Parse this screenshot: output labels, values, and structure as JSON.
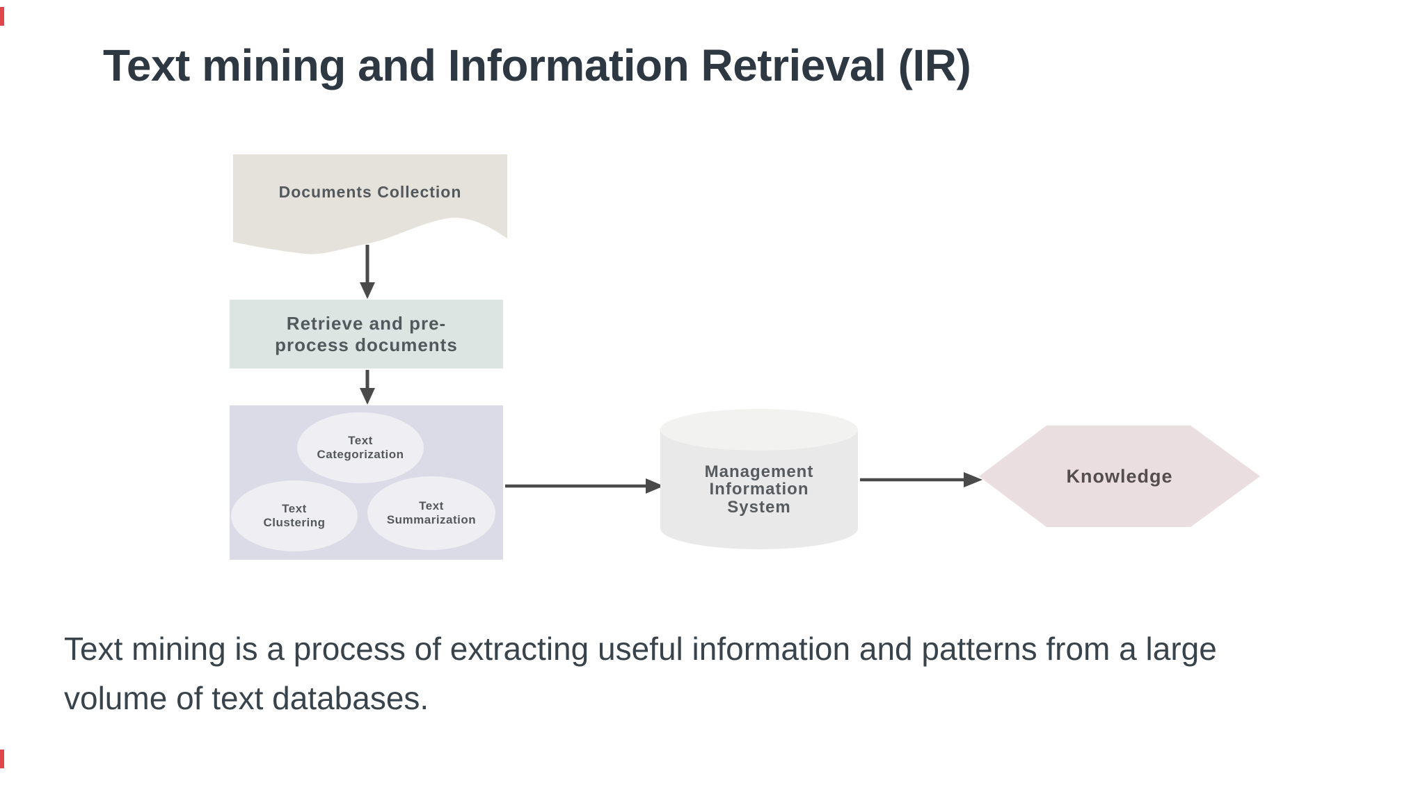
{
  "slide": {
    "title": "Text mining and Information Retrieval (IR)",
    "description": "Text mining is a process of extracting useful information and patterns from a large volume of text databases."
  },
  "diagram": {
    "documents": {
      "label": "Documents Collection",
      "shape": "document"
    },
    "retrieve": {
      "label": "Retrieve and pre-process documents",
      "shape": "rectangle"
    },
    "mining": {
      "shape": "rectangle-group",
      "categorization": {
        "label": "Text Categorization",
        "shape": "ellipse"
      },
      "clustering": {
        "label": "Text Clustering",
        "shape": "ellipse"
      },
      "summarization": {
        "label": "Text Summarization",
        "shape": "ellipse"
      }
    },
    "mis": {
      "label": "Management Information System",
      "shape": "cylinder"
    },
    "knowledge": {
      "label": "Knowledge",
      "shape": "hexagon"
    },
    "edges": [
      {
        "from": "documents-collection",
        "to": "retrieve-preprocess",
        "direction": "down"
      },
      {
        "from": "retrieve-preprocess",
        "to": "text-mining-group",
        "direction": "down"
      },
      {
        "from": "text-mining-group",
        "to": "management-information-system",
        "direction": "right"
      },
      {
        "from": "management-information-system",
        "to": "knowledge",
        "direction": "right"
      }
    ]
  },
  "colors": {
    "documents_fill": "#e5e2db",
    "retrieve_fill": "#dde5e2",
    "mining_fill": "#dadbe6",
    "ellipse_fill": "#eeeef3",
    "cylinder_fill": "#e9e9e9",
    "cylinder_top_fill": "#f2f2f1",
    "hexagon_fill": "#ebdee1",
    "arrow_color": "#4a4a4a",
    "title_color": "#2e3842",
    "shape_text_color": "#53585c",
    "body_text_color": "#39434b",
    "edge_marker_color": "#e0474b"
  }
}
